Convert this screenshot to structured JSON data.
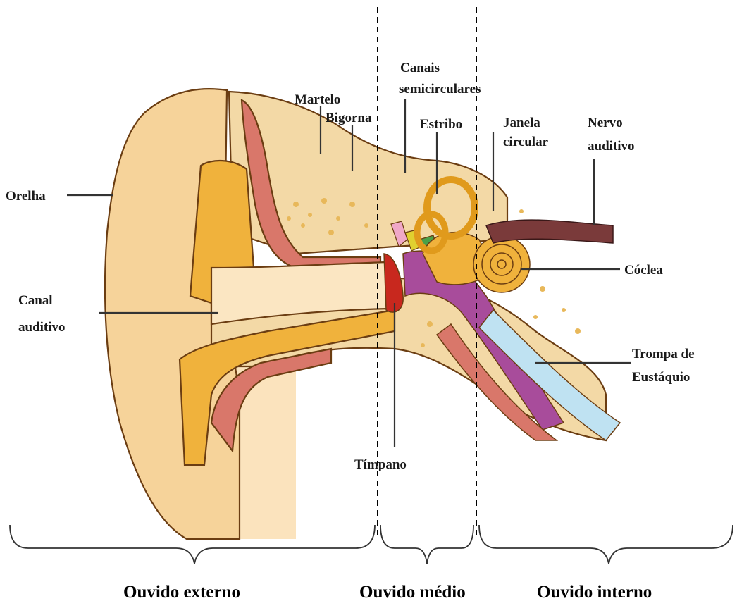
{
  "labels": {
    "orelha": "Orelha",
    "canal_1": "Canal",
    "canal_2": "auditivo",
    "martelo": "Martelo",
    "bigorna": "Bigorna",
    "canais_1": "Canais",
    "canais_2": "semicirculares",
    "estribo": "Estribo",
    "janela_1": "Janela",
    "janela_2": "circular",
    "nervo_1": "Nervo",
    "nervo_2": "auditivo",
    "coclea": "Cóclea",
    "trompa_1": "Trompa de",
    "trompa_2": "Eustáquio",
    "timpano": "Tímpano"
  },
  "sections": {
    "externo": "Ouvido externo",
    "medio": "Ouvido médio",
    "interno": "Ouvido interno"
  },
  "colors": {
    "skin": "#f6d39a",
    "skin_light": "#fbe6c2",
    "bone": "#f3d9a6",
    "outline": "#6b3d12",
    "muscle": "#d9776a",
    "cartilage": "#f0b23c",
    "eustachian": "#bfe2f2",
    "nerve": "#7a3a3a",
    "purple": "#a84c9b",
    "red": "#c8281e"
  }
}
